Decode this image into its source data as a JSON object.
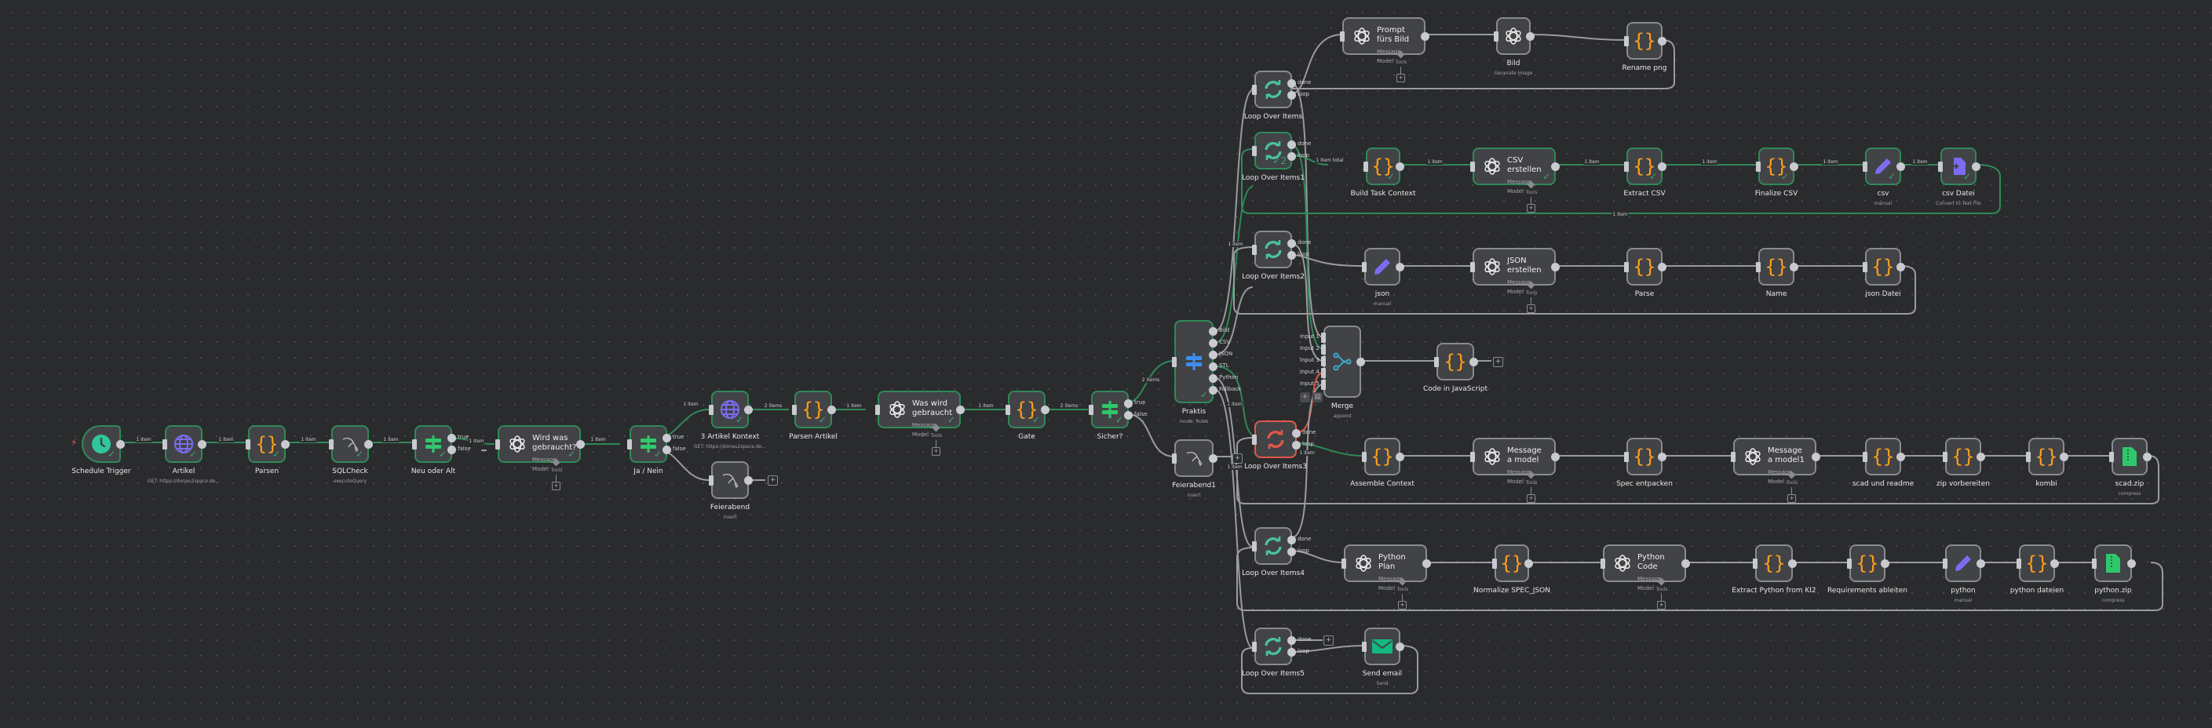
{
  "app": "n8n workflow editor",
  "colors": {
    "canvas": "#2a2b2d",
    "node_fill": "#424346",
    "success": "#2f8a57",
    "error": "#e0584a",
    "code_icon": "#ff9f1a",
    "http_icon": "#7b6df2",
    "if_icon": "#2fc76b",
    "switch_icon": "#3d8ef0",
    "loop_icon": "#49c3a0",
    "merge_icon": "#3fa2c4",
    "email_icon": "#12b981",
    "zip_icon": "#2fc76b"
  },
  "nodes": {
    "schedule": {
      "label": "Schedule Trigger",
      "icon": "clock-icon"
    },
    "artikel": {
      "label": "Artikel",
      "sub": "GET: https://donau2space.de...",
      "icon": "globe-icon"
    },
    "parsen": {
      "label": "Parsen",
      "icon": "code-braces-icon"
    },
    "sqlcheck": {
      "label": "SQLCheck",
      "sub": "executeQuery",
      "icon": "mysql-dolphin-icon"
    },
    "neu_alt": {
      "label": "Neu oder Alt",
      "icon": "if-signpost-icon",
      "outs": [
        "true",
        "false"
      ]
    },
    "wird_was": {
      "title": "Wird was gebraucht?",
      "sub": "Message Model",
      "tools": "Tools",
      "icon": "openai-icon"
    },
    "ja_nein": {
      "label": "Ja / Nein",
      "icon": "if-signpost-icon",
      "outs": [
        "true",
        "false"
      ]
    },
    "artikel_kontext": {
      "label": "3 Artikel Kontext",
      "sub": "GET: https://donau2space.de...",
      "icon": "globe-icon"
    },
    "feierabend": {
      "label": "Feierabend",
      "sub": "insert",
      "icon": "mysql-dolphin-icon"
    },
    "parsen_artikel": {
      "label": "Parsen Artikel",
      "icon": "code-braces-icon"
    },
    "was_wird": {
      "title": "Was wird gebraucht",
      "sub": "Message Model",
      "tools": "Tools",
      "icon": "openai-icon"
    },
    "gate": {
      "label": "Gate",
      "icon": "code-braces-icon"
    },
    "sicher": {
      "label": "Sicher?",
      "icon": "if-signpost-icon",
      "outs": [
        "true",
        "false"
      ]
    },
    "praktis": {
      "label": "Praktis",
      "sub": "mode: Rules",
      "icon": "switch-signpost-icon",
      "outs": [
        "Bild",
        "CSV",
        "JSON",
        "STL",
        "Python",
        "Fallback"
      ]
    },
    "feierabend1": {
      "label": "Feierabend1",
      "sub": "insert",
      "icon": "mysql-dolphin-icon"
    },
    "merge": {
      "label": "Merge",
      "sub": "append",
      "icon": "merge-icon",
      "ins": [
        "Input 1",
        "Input 2",
        "Input 3",
        "Input 4",
        "Input 5"
      ]
    },
    "code_js": {
      "label": "Code in JavaScript",
      "icon": "code-braces-icon"
    },
    "loop0": {
      "label": "Loop Over Items",
      "icon": "loop-icon",
      "outs": [
        "done",
        "loop"
      ]
    },
    "prompt_bild": {
      "title": "Prompt fürs Bild",
      "sub": "Message Model",
      "tools": "Tools",
      "icon": "openai-icon"
    },
    "bild": {
      "label": "Bild",
      "sub": "Generate Image",
      "icon": "openai-icon"
    },
    "rename_png": {
      "label": "Rename png",
      "icon": "code-braces-icon"
    },
    "loop1": {
      "label": "Loop Over Items1",
      "icon": "loop-icon",
      "outs": [
        "done",
        "loop"
      ],
      "run_count": "2"
    },
    "build_task": {
      "label": "Build Task Context",
      "icon": "code-braces-icon"
    },
    "csv_erstellen": {
      "title": "CSV erstellen",
      "sub": "Message Model",
      "tools": "Tools",
      "icon": "openai-icon"
    },
    "extract_csv": {
      "label": "Extract CSV",
      "icon": "code-braces-icon"
    },
    "finalize_csv": {
      "label": "Finalize CSV",
      "icon": "code-braces-icon"
    },
    "csv": {
      "label": "csv",
      "sub": "manual",
      "icon": "pencil-icon"
    },
    "csv_datei": {
      "label": "csv Datei",
      "sub": "Convert to Text File",
      "icon": "file-convert-icon"
    },
    "loop2": {
      "label": "Loop Over Items2",
      "icon": "loop-icon",
      "outs": [
        "done",
        "loop"
      ]
    },
    "json": {
      "label": "json",
      "sub": "manual",
      "icon": "pencil-icon"
    },
    "json_erstellen": {
      "title": "JSON erstellen",
      "sub": "Message Model",
      "tools": "Tools",
      "icon": "openai-icon"
    },
    "parse": {
      "label": "Parse",
      "icon": "code-braces-icon"
    },
    "name": {
      "label": "Name",
      "icon": "code-braces-icon"
    },
    "json_datei": {
      "label": "json Datei",
      "icon": "code-braces-icon"
    },
    "loop3": {
      "label": "Loop Over Items3",
      "icon": "loop-icon",
      "outs": [
        "done",
        "loop"
      ]
    },
    "assemble": {
      "label": "Assemble Context",
      "icon": "code-braces-icon"
    },
    "msg_model": {
      "title": "Message a model",
      "sub": "Message Model",
      "tools": "Tools",
      "icon": "openai-icon"
    },
    "spec_entpacken": {
      "label": "Spec entpacken",
      "icon": "code-braces-icon"
    },
    "msg_model1": {
      "title": "Message a model1",
      "sub": "Message Model",
      "tools": "Tools",
      "icon": "openai-icon"
    },
    "scad_readme": {
      "label": "scad und readme",
      "icon": "code-braces-icon"
    },
    "zip_vorbereiten": {
      "label": "zip vorbereiten",
      "icon": "code-braces-icon"
    },
    "kombi": {
      "label": "kombi",
      "icon": "code-braces-icon"
    },
    "scad_zip": {
      "label": "scad.zip",
      "sub": "compress",
      "icon": "zip-file-icon"
    },
    "loop4": {
      "label": "Loop Over Items4",
      "icon": "loop-icon",
      "outs": [
        "done",
        "loop"
      ]
    },
    "python_plan": {
      "title": "Python Plan",
      "sub": "Message Model",
      "tools": "Tools",
      "icon": "openai-icon"
    },
    "normalize_spec": {
      "label": "Normalize SPEC_JSON",
      "icon": "code-braces-icon"
    },
    "python_code": {
      "title": "Python Code",
      "sub": "Message Model",
      "tools": "Tools",
      "icon": "openai-icon"
    },
    "extract_python": {
      "label": "Extract Python from KI2",
      "icon": "code-braces-icon"
    },
    "requirements": {
      "label": "Requirements ableiten",
      "icon": "code-braces-icon"
    },
    "python": {
      "label": "python",
      "sub": "manual",
      "icon": "pencil-icon"
    },
    "python_dateien": {
      "label": "python dateien",
      "icon": "code-braces-icon"
    },
    "python_zip": {
      "label": "python.zip",
      "sub": "compress",
      "icon": "zip-file-icon"
    },
    "loop5": {
      "label": "Loop Over Items5",
      "icon": "loop-icon",
      "outs": [
        "done",
        "loop"
      ]
    },
    "send_email": {
      "label": "Send email",
      "sub": "Send",
      "icon": "email-icon"
    }
  },
  "edge_labels": {
    "one_item": "1 item",
    "two_items": "2 items",
    "one_item_total": "1 item total"
  },
  "merge_toolbar": [
    "add-icon",
    "clipboard-icon"
  ]
}
